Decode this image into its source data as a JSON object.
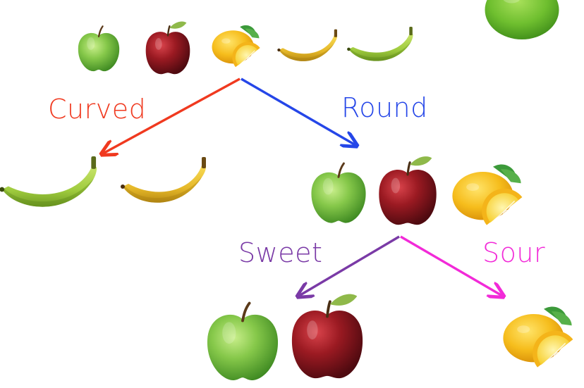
{
  "labels": {
    "curved": "Curved",
    "round": "Round",
    "sweet": "Sweet",
    "sour": "Sour"
  },
  "colors": {
    "curved": "#f0391f",
    "round": "#2546e8",
    "sweet": "#7a3aa6",
    "sour": "#f22ad8",
    "green_apple": "#7ec143",
    "red_apple": "#9b1a22",
    "lemon": "#f4b81a",
    "banana_yellow": "#e9c232",
    "banana_green": "#a9d14a",
    "lime": "#6fbf2f"
  },
  "icons": {
    "green_apple": "green-apple-icon",
    "red_apple": "red-apple-icon",
    "lemon": "lemon-icon",
    "banana_yellow": "yellow-banana-icon",
    "banana_green": "green-banana-icon",
    "lime": "lime-icon"
  }
}
